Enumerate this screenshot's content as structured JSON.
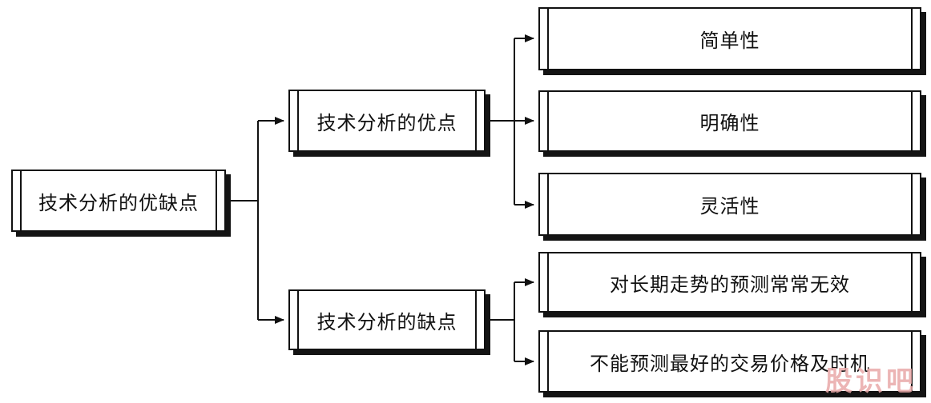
{
  "root": {
    "label": "技术分析的优缺点"
  },
  "branches": [
    {
      "label": "技术分析的优点",
      "children": [
        {
          "label": "简单性"
        },
        {
          "label": "明确性"
        },
        {
          "label": "灵活性"
        }
      ]
    },
    {
      "label": "技术分析的缺点",
      "children": [
        {
          "label": "对长期走势的预测常常无效"
        },
        {
          "label": "不能预测最好的交易价格及时机"
        }
      ]
    }
  ],
  "watermark": {
    "text": "股识吧"
  },
  "colors": {
    "line": "#111111",
    "box_border": "#111111",
    "box_background": "#ffffff",
    "shadow": "#141414",
    "watermark": "#e9a9a9"
  }
}
